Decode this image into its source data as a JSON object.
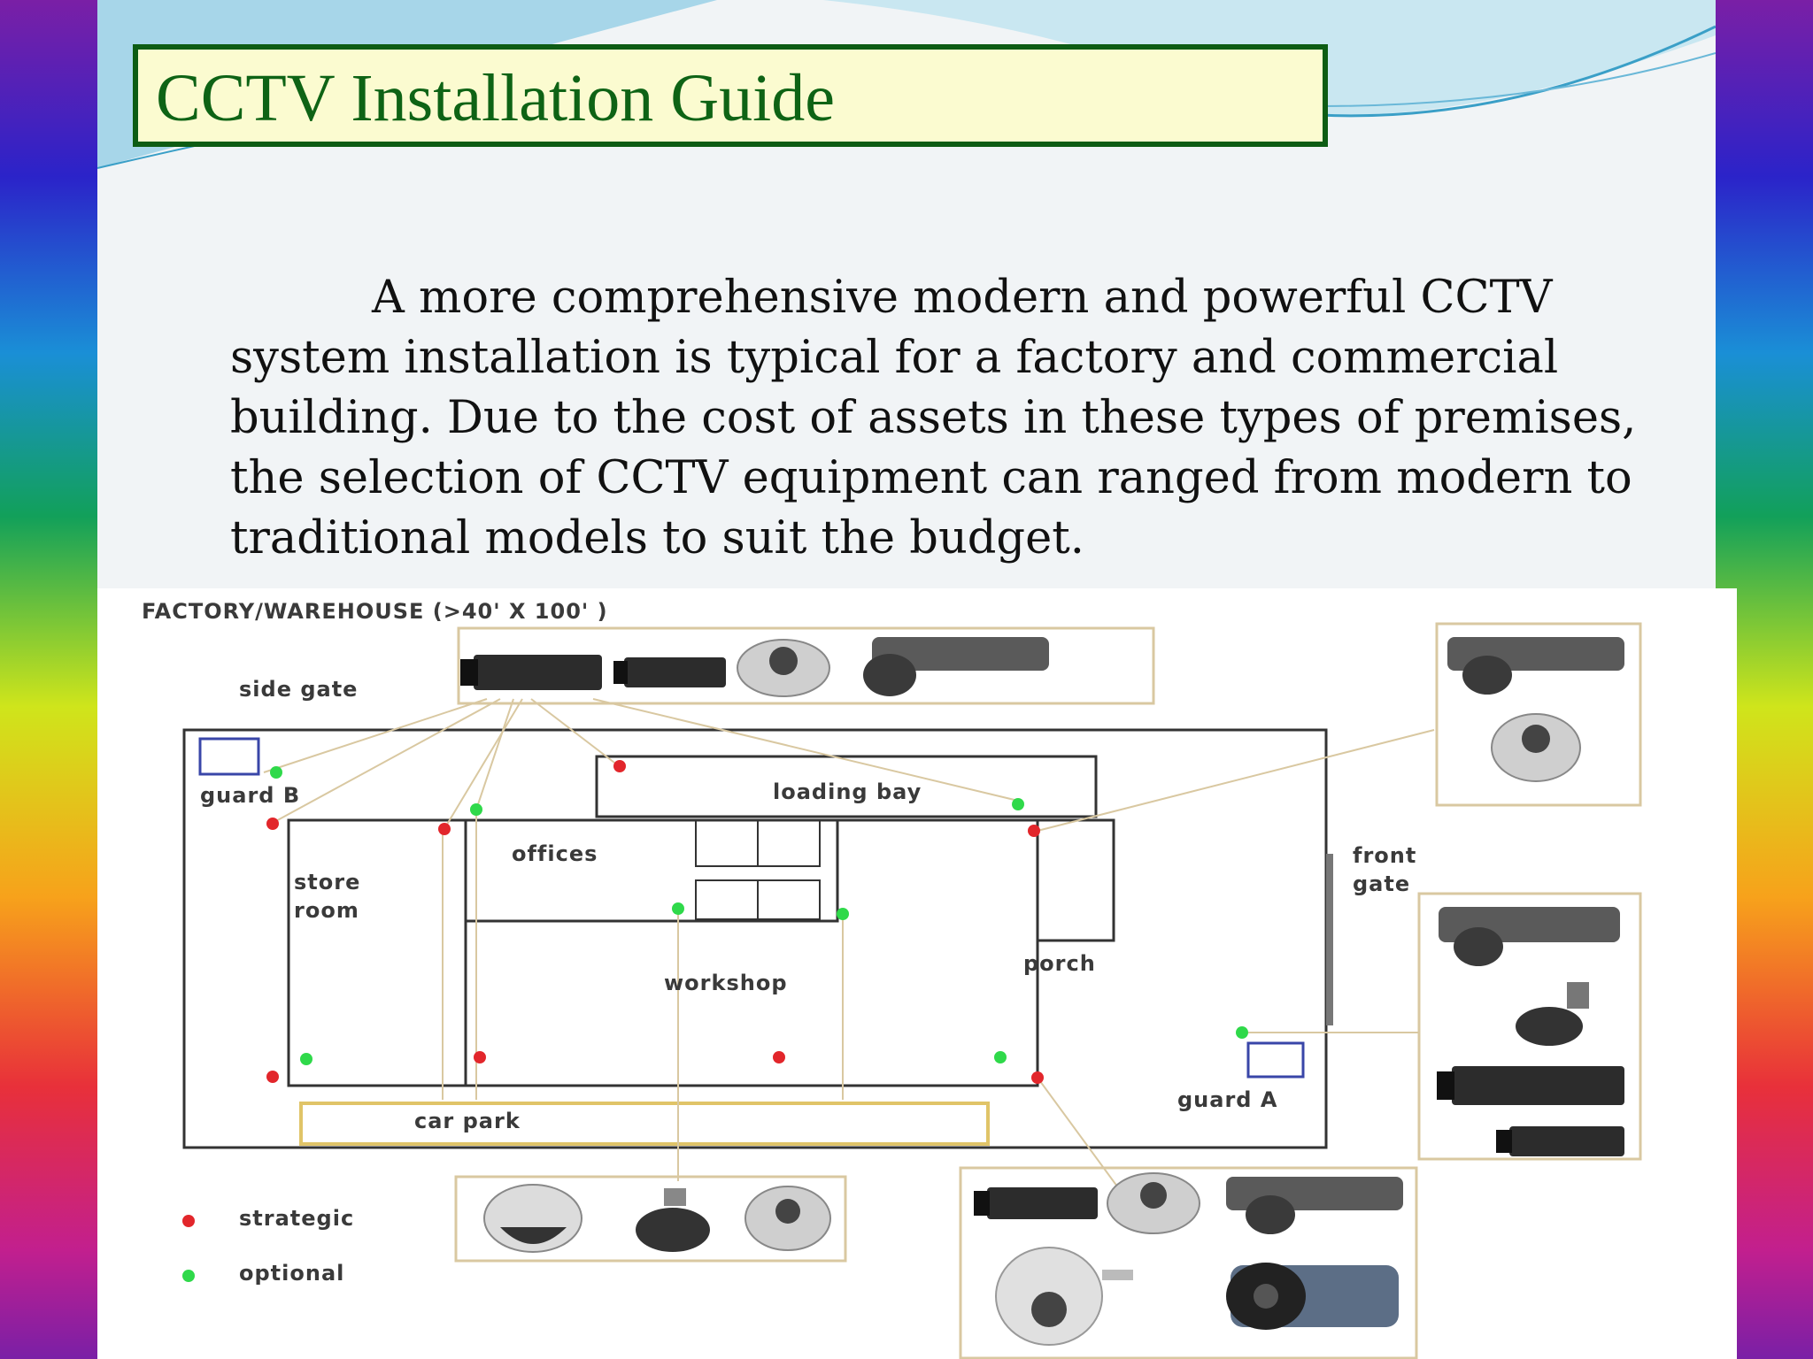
{
  "slide": {
    "title": "CCTV Installation Guide",
    "body": "A more comprehensive modern and powerful CCTV system installation is typical for a factory and commercial building. Due to the cost of assets in these types of premises, the selection of CCTV equipment can ranged from modern to traditional models to suit the budget."
  },
  "diagram": {
    "heading": "FACTORY/WAREHOUSE (>40' X 100' )",
    "labels": {
      "side_gate": "side gate",
      "guard_b": "guard B",
      "loading_bay": "loading bay",
      "offices": "offices",
      "store_room": "store room",
      "workshop": "workshop",
      "porch": "porch",
      "front_gate": "front gate",
      "guard_a": "guard A",
      "car_park": "car park"
    },
    "legend": [
      {
        "label": "strategic",
        "color": "#e2262b"
      },
      {
        "label": "optional",
        "color": "#2fd94a"
      }
    ]
  },
  "colors": {
    "title_border": "#0d5c14",
    "title_fill": "#fbfbd0",
    "title_text": "#0e6315",
    "strategic_dot": "#e2262b",
    "optional_dot": "#2fd94a"
  }
}
